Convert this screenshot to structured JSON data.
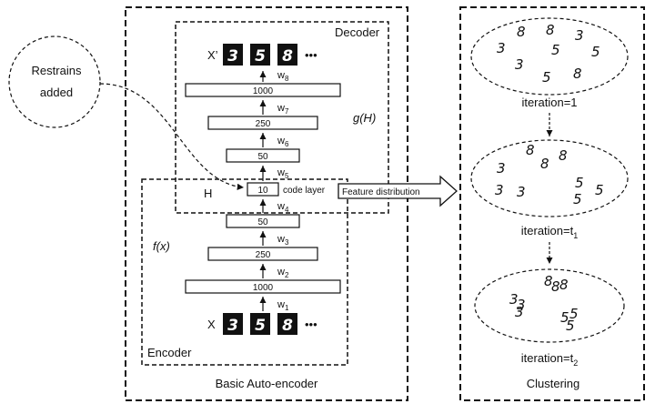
{
  "restrains": {
    "line1": "Restrains",
    "line2": "added"
  },
  "autoencoder": {
    "title": "Basic Auto-encoder",
    "decoder_label": "Decoder",
    "encoder_label": "Encoder",
    "g_label": "g(H)",
    "f_label": "f(x)",
    "x_prime": "X’",
    "x_input": "X",
    "h_label": "H",
    "code_layer_label": "code layer",
    "dots": "•••",
    "digits": [
      "3",
      "5",
      "8"
    ],
    "layers": [
      "1000",
      "250",
      "50",
      "10",
      "50",
      "250",
      "1000"
    ],
    "weights": [
      {
        "base": "w",
        "sub": "8"
      },
      {
        "base": "w",
        "sub": "7"
      },
      {
        "base": "w",
        "sub": "6"
      },
      {
        "base": "w",
        "sub": "5"
      },
      {
        "base": "w",
        "sub": "4"
      },
      {
        "base": "w",
        "sub": "3"
      },
      {
        "base": "w",
        "sub": "2"
      },
      {
        "base": "w",
        "sub": "1"
      }
    ]
  },
  "feature_arrow": {
    "label": "Feature distribution"
  },
  "clustering": {
    "title": "Clustering",
    "iterations": [
      {
        "base": "iteration=1",
        "sub": ""
      },
      {
        "base": "iteration=t",
        "sub": "1"
      },
      {
        "base": "iteration=t",
        "sub": "2"
      }
    ],
    "digits": [
      "3",
      "5",
      "8"
    ]
  },
  "colors": {
    "line": "#111111",
    "image_bg": "#111111",
    "image_digit": "#ffffff"
  }
}
